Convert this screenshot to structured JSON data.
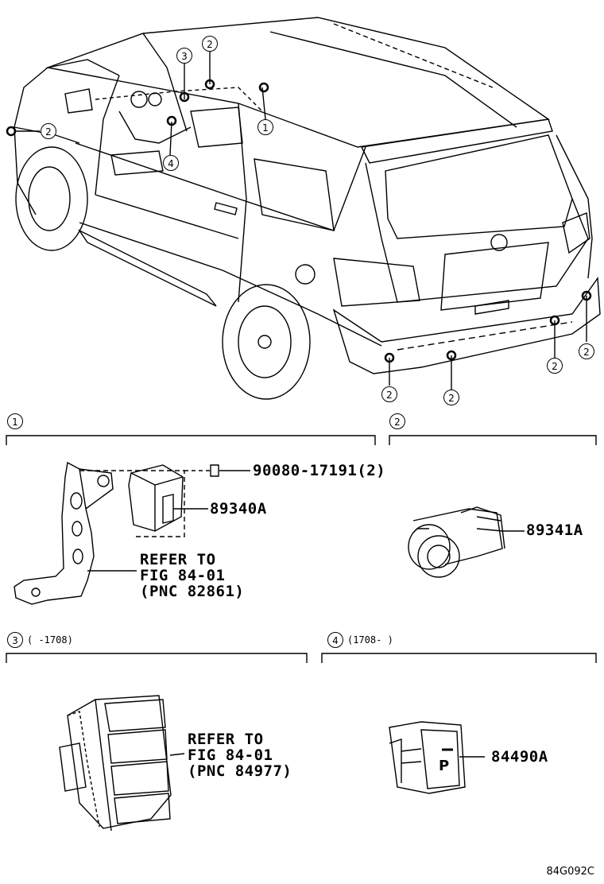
{
  "callouts": {
    "c1": "1",
    "c2": "2",
    "c3": "3",
    "c4": "4"
  },
  "sections": {
    "s1": {
      "num": "1"
    },
    "s2": {
      "num": "2"
    },
    "s3": {
      "num": "3",
      "range": "(      -1708)"
    },
    "s4": {
      "num": "4",
      "range": "(1708-      )"
    }
  },
  "parts": {
    "bolt": "90080-17191(2)",
    "ecu": "89340A",
    "sensor": "89341A",
    "switch": "84490A",
    "refer1": [
      "REFER TO",
      "FIG 84-01",
      "(PNC 82861)"
    ],
    "refer2": [
      "REFER TO",
      "FIG 84-01",
      "(PNC 84977)"
    ]
  },
  "drawing_code": "84G092C",
  "switch_face_text": "P"
}
